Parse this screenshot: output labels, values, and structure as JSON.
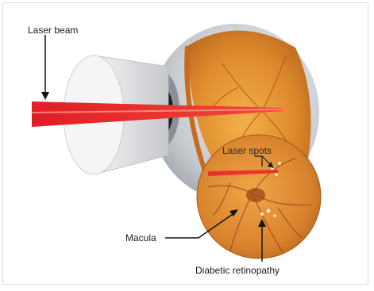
{
  "labels": {
    "laser_beam": "Laser beam",
    "laser_spots": "Laser spots",
    "macula": "Macula",
    "diabetic_retinopathy": "Diabetic retinopathy"
  },
  "colors": {
    "laser": "#e8242b",
    "retina": "#d9842a",
    "retina_dark": "#b8621a",
    "sclera": "#c9cdd2",
    "lens_cone": "#e4e5e7",
    "frame_border": "#dcdcdc"
  }
}
